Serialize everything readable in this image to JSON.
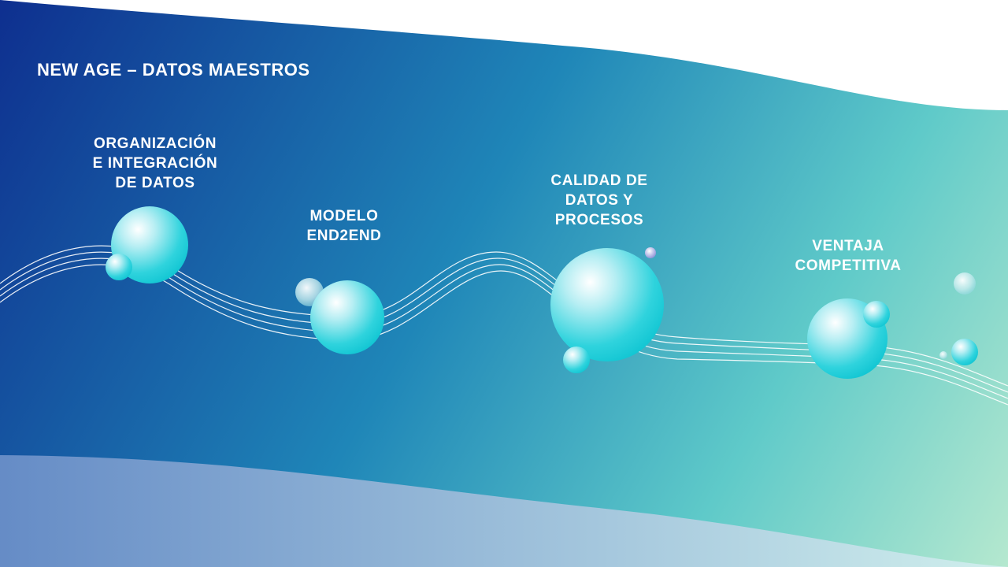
{
  "slide": {
    "title": "NEW AGE – DATOS MAESTROS",
    "stages": [
      {
        "lines": [
          "ORGANIZACIÓN",
          "E INTEGRACIÓN",
          "DE DATOS"
        ]
      },
      {
        "lines": [
          "MODELO",
          "END2END"
        ]
      },
      {
        "lines": [
          "CALIDAD DE",
          "DATOS Y",
          "PROCESOS"
        ]
      },
      {
        "lines": [
          "VENTAJA",
          "COMPETITIVA"
        ]
      }
    ]
  },
  "colors": {
    "gradient_start": "#0e2f8f",
    "gradient_mid": "#1f86b8",
    "gradient_end": "#b5e8cf",
    "sphere": "#19d3dc",
    "text": "#ffffff"
  }
}
